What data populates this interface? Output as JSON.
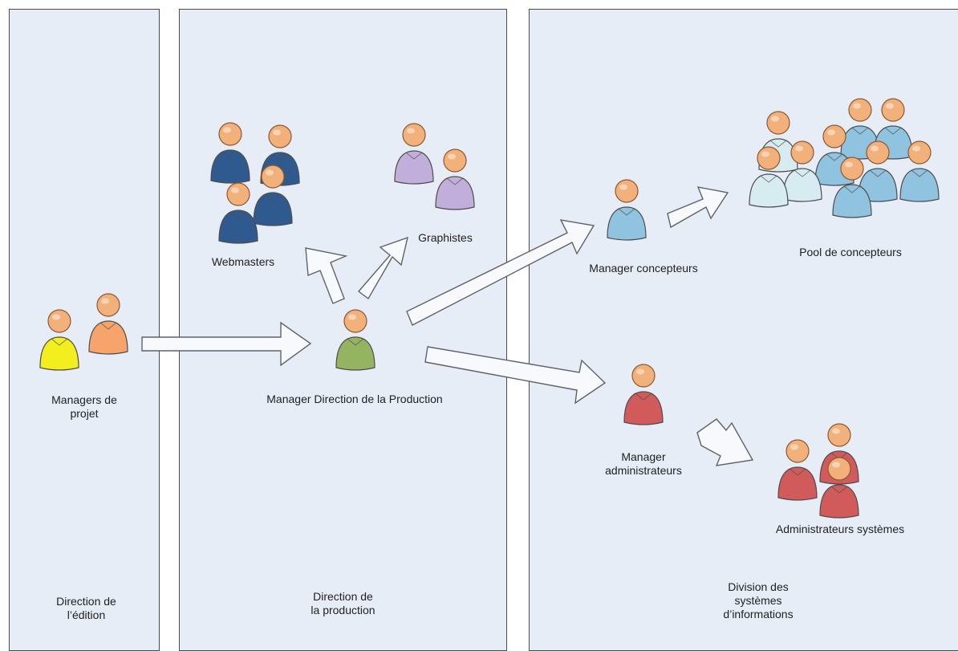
{
  "lanes": {
    "edition": "Direction de\nl’édition",
    "production": "Direction de\nla production",
    "si": "Division des\nsystèmes\nd’informations"
  },
  "labels": {
    "managers_projet": "Managers de\nprojet",
    "manager_direction": "Manager Direction de la Production",
    "webmasters": "Webmasters",
    "graphistes": "Graphistes",
    "manager_concepteurs": "Manager concepteurs",
    "pool_concepteurs": "Pool de concepteurs",
    "manager_admins": "Manager\nadministrateurs",
    "admins_systemes": "Administrateurs systèmes"
  },
  "colors": {
    "lane_bg": "#e7edf7",
    "lane_border": "#4a4a4a",
    "head": "#f2b07a",
    "yellow": "#f3ef1e",
    "orange": "#f6a46c",
    "green": "#94b461",
    "navy": "#2f5a8f",
    "lavender": "#c2aedb",
    "sky": "#8fc3df",
    "pale": "#d6ecf1",
    "red": "#d15a5a"
  }
}
